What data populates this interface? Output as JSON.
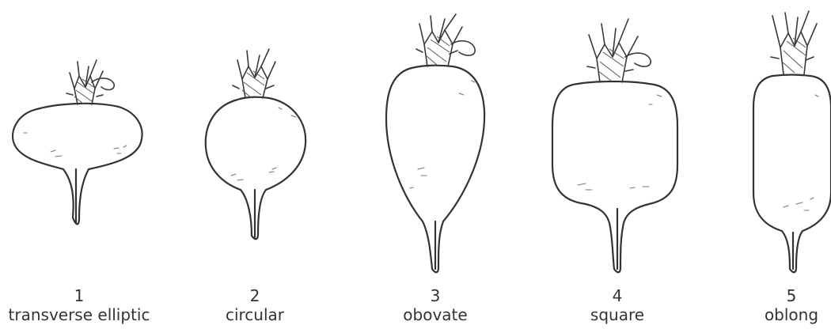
{
  "shapes": [
    {
      "number": "1",
      "name": "transverse elliptic"
    },
    {
      "number": "2",
      "name": "circular"
    },
    {
      "number": "3",
      "name": "obovate"
    },
    {
      "number": "4",
      "name": "square"
    },
    {
      "number": "5",
      "name": "oblong"
    }
  ]
}
